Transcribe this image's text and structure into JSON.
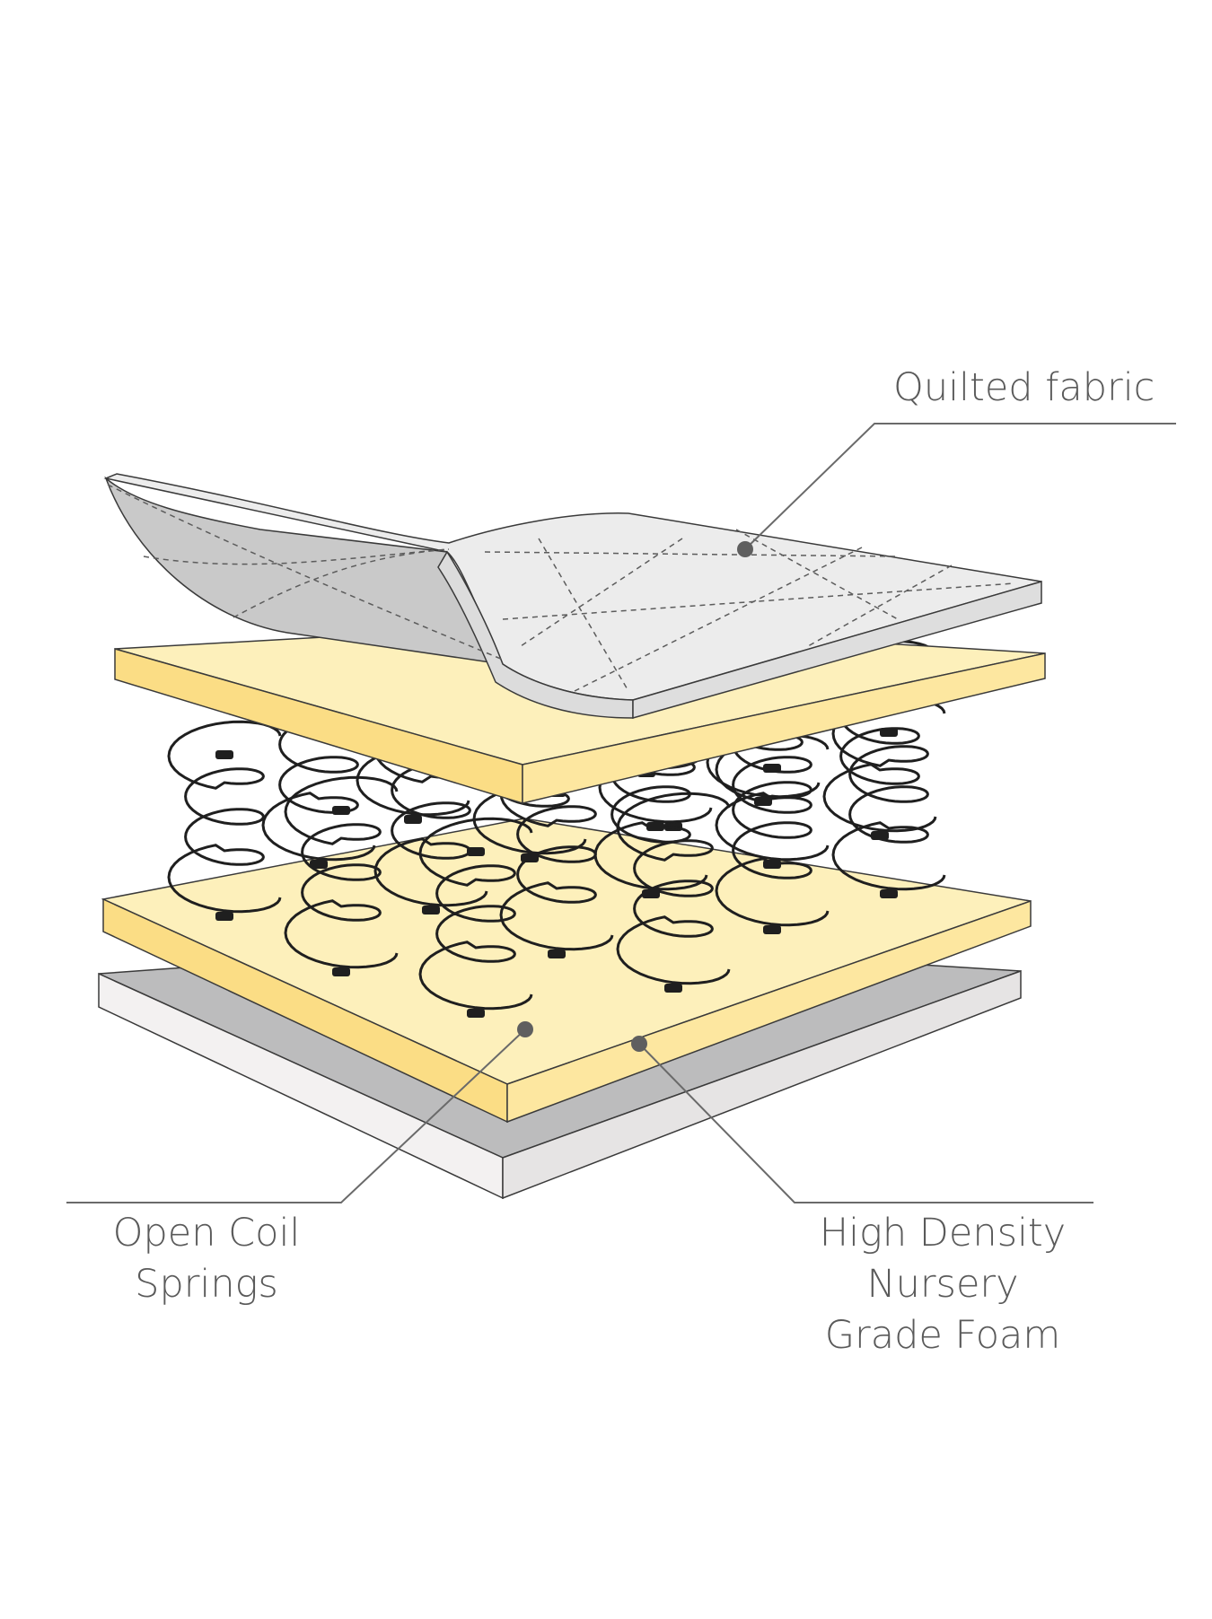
{
  "colors": {
    "background": "#ffffff",
    "foam_top": "#fdf0bb",
    "foam_side": "#fbdd85",
    "base_top": "#bcbcbd",
    "base_side": "#f3f1f1",
    "fabric_top": "#ececec",
    "fabric_under": "#c9c9c9",
    "spring": "#1f1f1f",
    "leader": "#6a6a6a",
    "label": "#5a5a5a"
  },
  "layers": [
    {
      "key": "quilted_fabric",
      "lines": [
        "Quilted fabric"
      ]
    },
    {
      "key": "open_coil_springs",
      "lines": [
        "Open Coil",
        "Springs"
      ]
    },
    {
      "key": "foam",
      "lines": [
        "High Density",
        "Nursery",
        "Grade Foam"
      ]
    }
  ]
}
